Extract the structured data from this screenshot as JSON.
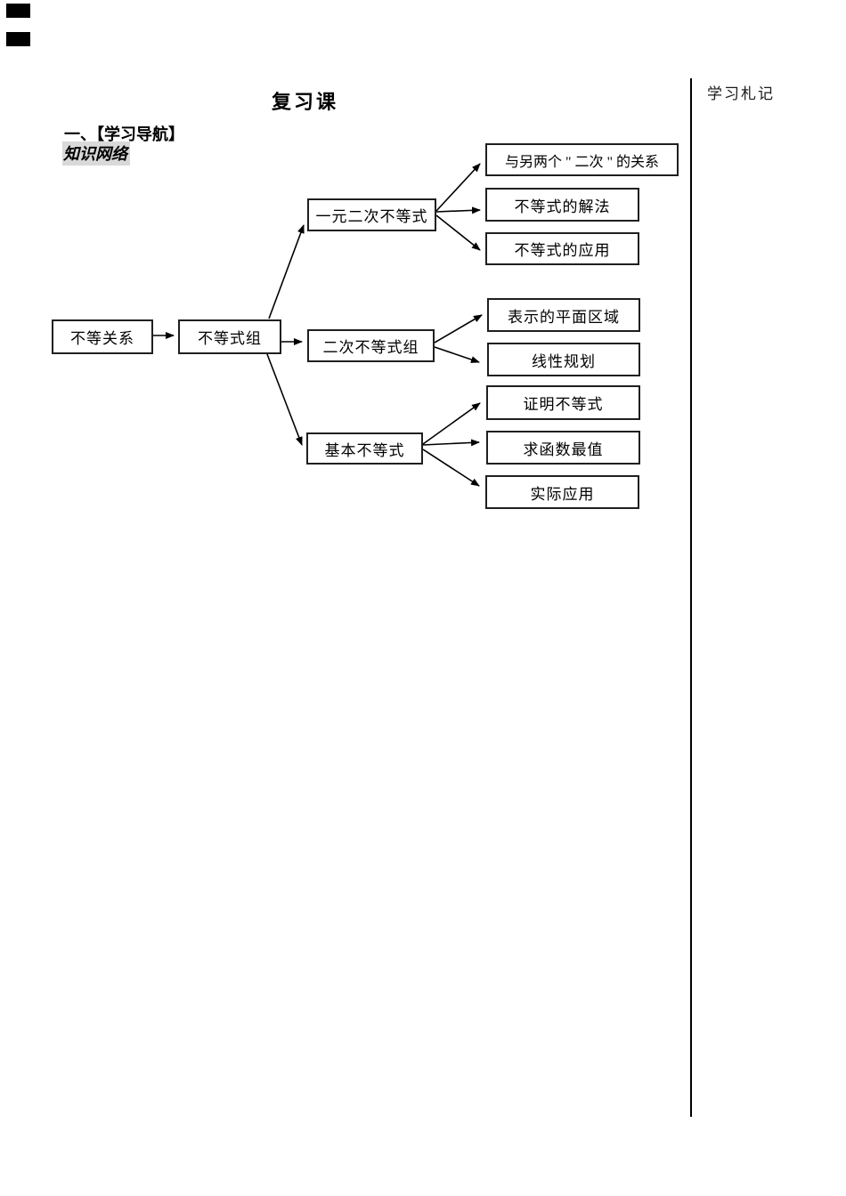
{
  "document": {
    "title": "复习课",
    "section_heading": "一、【学习导航】",
    "subsection_heading": "知识网络",
    "margin_note": "学习札记"
  },
  "colors": {
    "ink": "#000000",
    "box_border": "#1f1f1f",
    "highlight_bg": "#d9d9d9"
  },
  "flowchart": {
    "nodes": [
      {
        "id": "inequality-relation",
        "label": "不等关系"
      },
      {
        "id": "inequality-group",
        "label": "不等式组"
      },
      {
        "id": "quadratic-inequality",
        "label": "一元二次不等式"
      },
      {
        "id": "quadratic-inequality-system",
        "label": "二次不等式组"
      },
      {
        "id": "basic-inequality",
        "label": "基本不等式"
      },
      {
        "id": "relation-with-two-quadratics",
        "label": "与另两个 \" 二次 \" 的关系"
      },
      {
        "id": "inequality-solving",
        "label": "不等式的解法"
      },
      {
        "id": "inequality-application",
        "label": "不等式的应用"
      },
      {
        "id": "plane-region",
        "label": "表示的平面区域"
      },
      {
        "id": "linear-programming",
        "label": "线性规划"
      },
      {
        "id": "prove-inequality",
        "label": "证明不等式"
      },
      {
        "id": "function-extremum",
        "label": "求函数最值"
      },
      {
        "id": "practical-application",
        "label": "实际应用"
      }
    ],
    "edges": [
      {
        "from": "不等关系",
        "to": "不等式组"
      },
      {
        "from": "不等式组",
        "to": "一元二次不等式"
      },
      {
        "from": "不等式组",
        "to": "二次不等式组"
      },
      {
        "from": "不等式组",
        "to": "基本不等式"
      },
      {
        "from": "一元二次不等式",
        "to": "与另两个 \" 二次 \" 的关系"
      },
      {
        "from": "一元二次不等式",
        "to": "不等式的解法"
      },
      {
        "from": "一元二次不等式",
        "to": "不等式的应用"
      },
      {
        "from": "二次不等式组",
        "to": "表示的平面区域"
      },
      {
        "from": "二次不等式组",
        "to": "线性规划"
      },
      {
        "from": "基本不等式",
        "to": "证明不等式"
      },
      {
        "from": "基本不等式",
        "to": "求函数最值"
      },
      {
        "from": "基本不等式",
        "to": "实际应用"
      }
    ]
  }
}
